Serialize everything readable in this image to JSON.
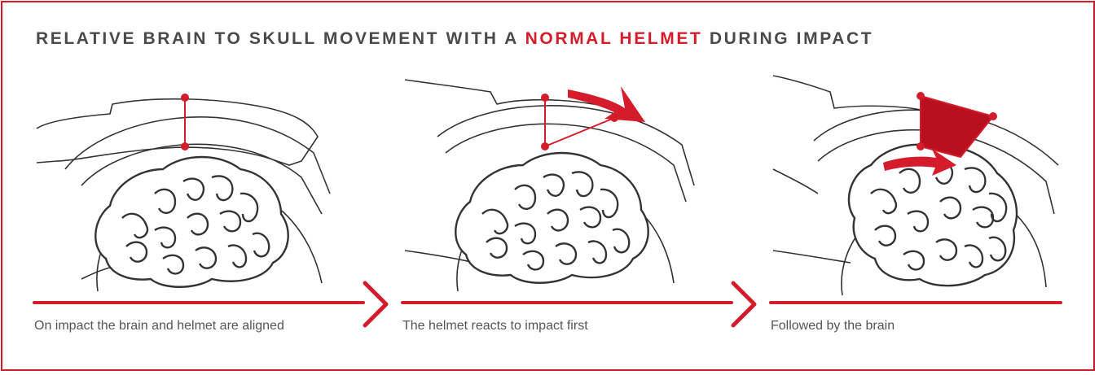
{
  "title": {
    "before": "RELATIVE BRAIN TO SKULL MOVEMENT WITH A",
    "highlight": "NORMAL HELMET",
    "after": "DURING IMPACT"
  },
  "steps": [
    {
      "caption": "On impact the brain and helmet are aligned"
    },
    {
      "caption": "The helmet reacts to impact first"
    },
    {
      "caption": "Followed by the brain"
    }
  ],
  "colors": {
    "accent": "#d41c2b",
    "text": "#4a4a4a",
    "line": "#333333"
  }
}
